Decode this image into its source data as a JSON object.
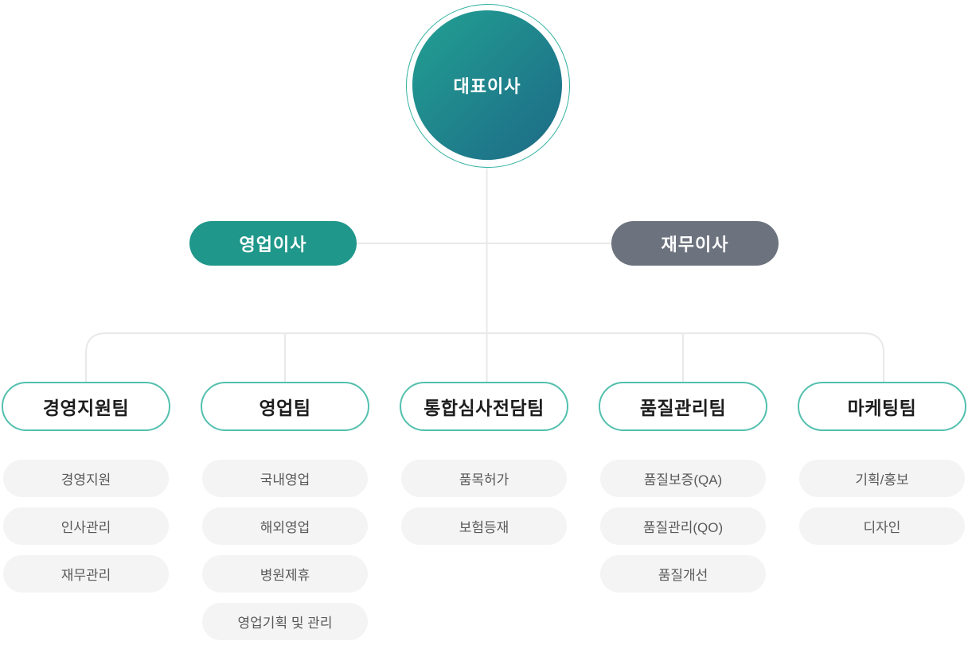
{
  "palette": {
    "ceo_gradient_start": "#22a093",
    "ceo_gradient_end": "#1d6a86",
    "ceo_ring": "#35b3a2",
    "director_teal": "#1f978a",
    "director_gray": "#6c727e",
    "team_border": "#52c0ae",
    "member_bg": "#f4f4f4",
    "member_text": "#595959",
    "connector_line": "#e9e9e9"
  },
  "org": {
    "ceo": {
      "label": "대표이사"
    },
    "directors": [
      {
        "label": "영업이사",
        "variant": "teal"
      },
      {
        "label": "재무이사",
        "variant": "gray"
      }
    ],
    "teams": [
      {
        "label": "경영지원팀",
        "members": [
          "경영지원",
          "인사관리",
          "재무관리"
        ]
      },
      {
        "label": "영업팀",
        "members": [
          "국내영업",
          "해외영업",
          "병원제휴",
          "영업기획 및 관리"
        ]
      },
      {
        "label": "통합심사전담팀",
        "members": [
          "품목허가",
          "보험등재"
        ]
      },
      {
        "label": "품질관리팀",
        "members": [
          "품질보증(QA)",
          "품질관리(QO)",
          "품질개선"
        ]
      },
      {
        "label": "마케팅팀",
        "members": [
          "기획/홍보",
          "디자인"
        ]
      }
    ]
  }
}
